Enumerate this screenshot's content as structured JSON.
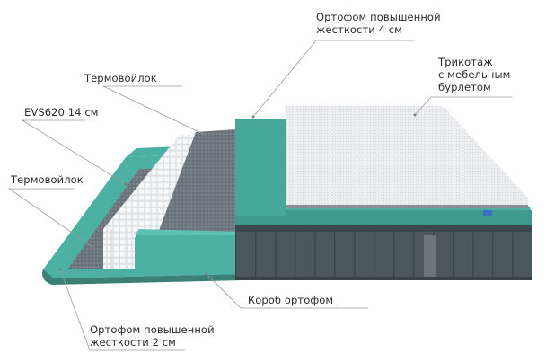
{
  "diagram": {
    "subject": "Mattress layer cross-section",
    "labels": [
      {
        "id": "top_foam",
        "lines": [
          "Ортофом повышенной",
          "жесткости 4 см"
        ]
      },
      {
        "id": "knit_cover",
        "lines": [
          "Трикотаж",
          "с мебельным",
          "бурлетом"
        ]
      },
      {
        "id": "upper_felt",
        "lines": [
          "Термовойлок"
        ]
      },
      {
        "id": "spring_block",
        "lines": [
          "EVS620 14 см"
        ]
      },
      {
        "id": "lower_felt",
        "lines": [
          "Термовойлок"
        ]
      },
      {
        "id": "foam_frame",
        "lines": [
          "Короб ортофом"
        ]
      },
      {
        "id": "bottom_foam",
        "lines": [
          "Ортофом повышенной",
          "жесткости 2 см"
        ]
      }
    ],
    "colors": {
      "foam_teal": "#4fb3a6",
      "foam_teal_dark": "#3d9488",
      "felt_gray": "#6f7780",
      "fabric_dark": "#4a555c",
      "cover_white": "#eef0f2",
      "spring_white": "#f4f6f8",
      "leader_line": "#9a9a9a",
      "brand_tag": "#3e6fc4"
    }
  }
}
